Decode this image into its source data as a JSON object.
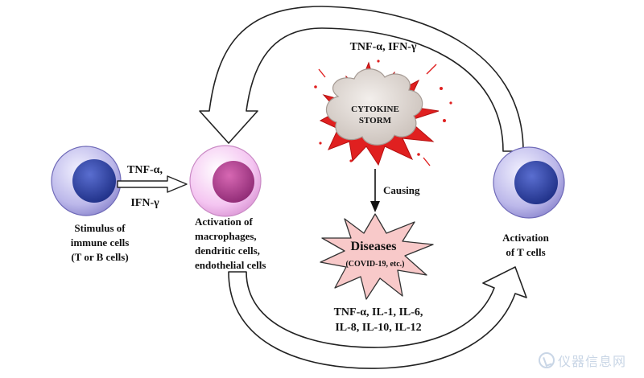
{
  "labels": {
    "top_cytokines": "TNF-α, IFN-γ",
    "storm_line1": "CYTOKINE",
    "storm_line2": "STORM",
    "arrow_tnf": "TNF-α,",
    "arrow_ifn": "IFN-γ",
    "causing": "Causing",
    "diseases": "Diseases",
    "diseases_sub": "(COVID-19, etc.)",
    "bottom_line1": "TNF-α, IL-1, IL-6,",
    "bottom_line2": "IL-8, IL-10, IL-12"
  },
  "nodes": [
    {
      "id": "stimulus",
      "lines": [
        "Stimulus of",
        "immune cells",
        "(T or B cells)"
      ]
    },
    {
      "id": "activation-macrophages",
      "lines": [
        "Activation of",
        "macrophages,",
        "dendritic cells,",
        "endothelial cells"
      ]
    },
    {
      "id": "activation-t-cells",
      "lines": [
        "Activation",
        "of T cells"
      ]
    }
  ],
  "watermark": "仪器信息网",
  "colors": {
    "blue_cell_outer": "#b9b6e8",
    "blue_cell_nucleus": "#2c3f9e",
    "pink_cell_outer": "#f3c4f0",
    "pink_cell_nucleus": "#b03a8e",
    "burst_fill": "#f8c9c9",
    "storm_red": "#e02020",
    "cloud": "#d9d2cc"
  }
}
